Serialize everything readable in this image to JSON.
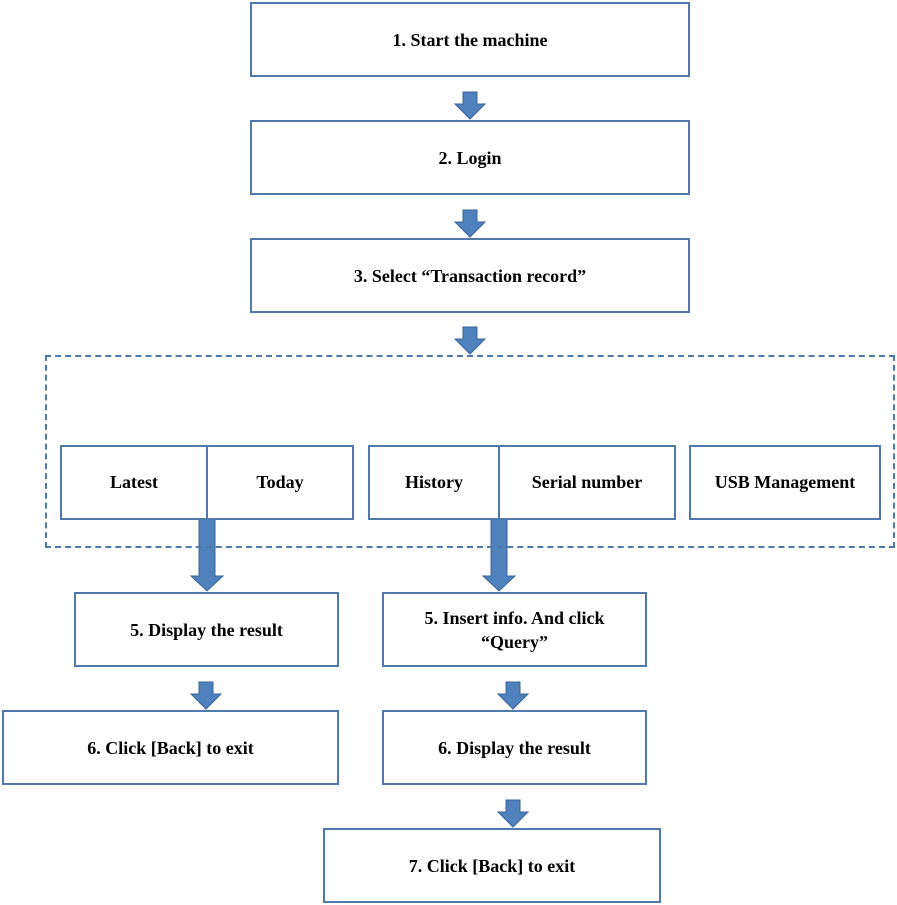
{
  "steps": {
    "start": "1. Start the machine",
    "login": "2. Login",
    "select": "3. Select “Transaction record”"
  },
  "options": {
    "latest": "Latest",
    "today": "Today",
    "history": "History",
    "serial": "Serial number",
    "usb": "USB Management"
  },
  "left_branch": {
    "display": "5. Display the result",
    "back": "6. Click [Back] to exit"
  },
  "right_branch": {
    "insert": "5. Insert  info. And click\n“Query”",
    "display": "6. Display the result",
    "back": "7. Click [Back] to exit"
  },
  "colors": {
    "border": "#4f79ad",
    "arrow_fill": "#4f81bd",
    "arrow_stroke": "#3a659a"
  }
}
